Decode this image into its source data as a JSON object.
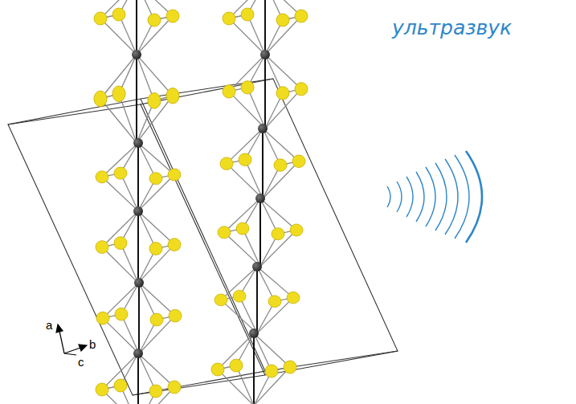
{
  "diagram": {
    "labels": [
      "ультразвук",
      "a",
      "b",
      "c"
    ]
  }
}
